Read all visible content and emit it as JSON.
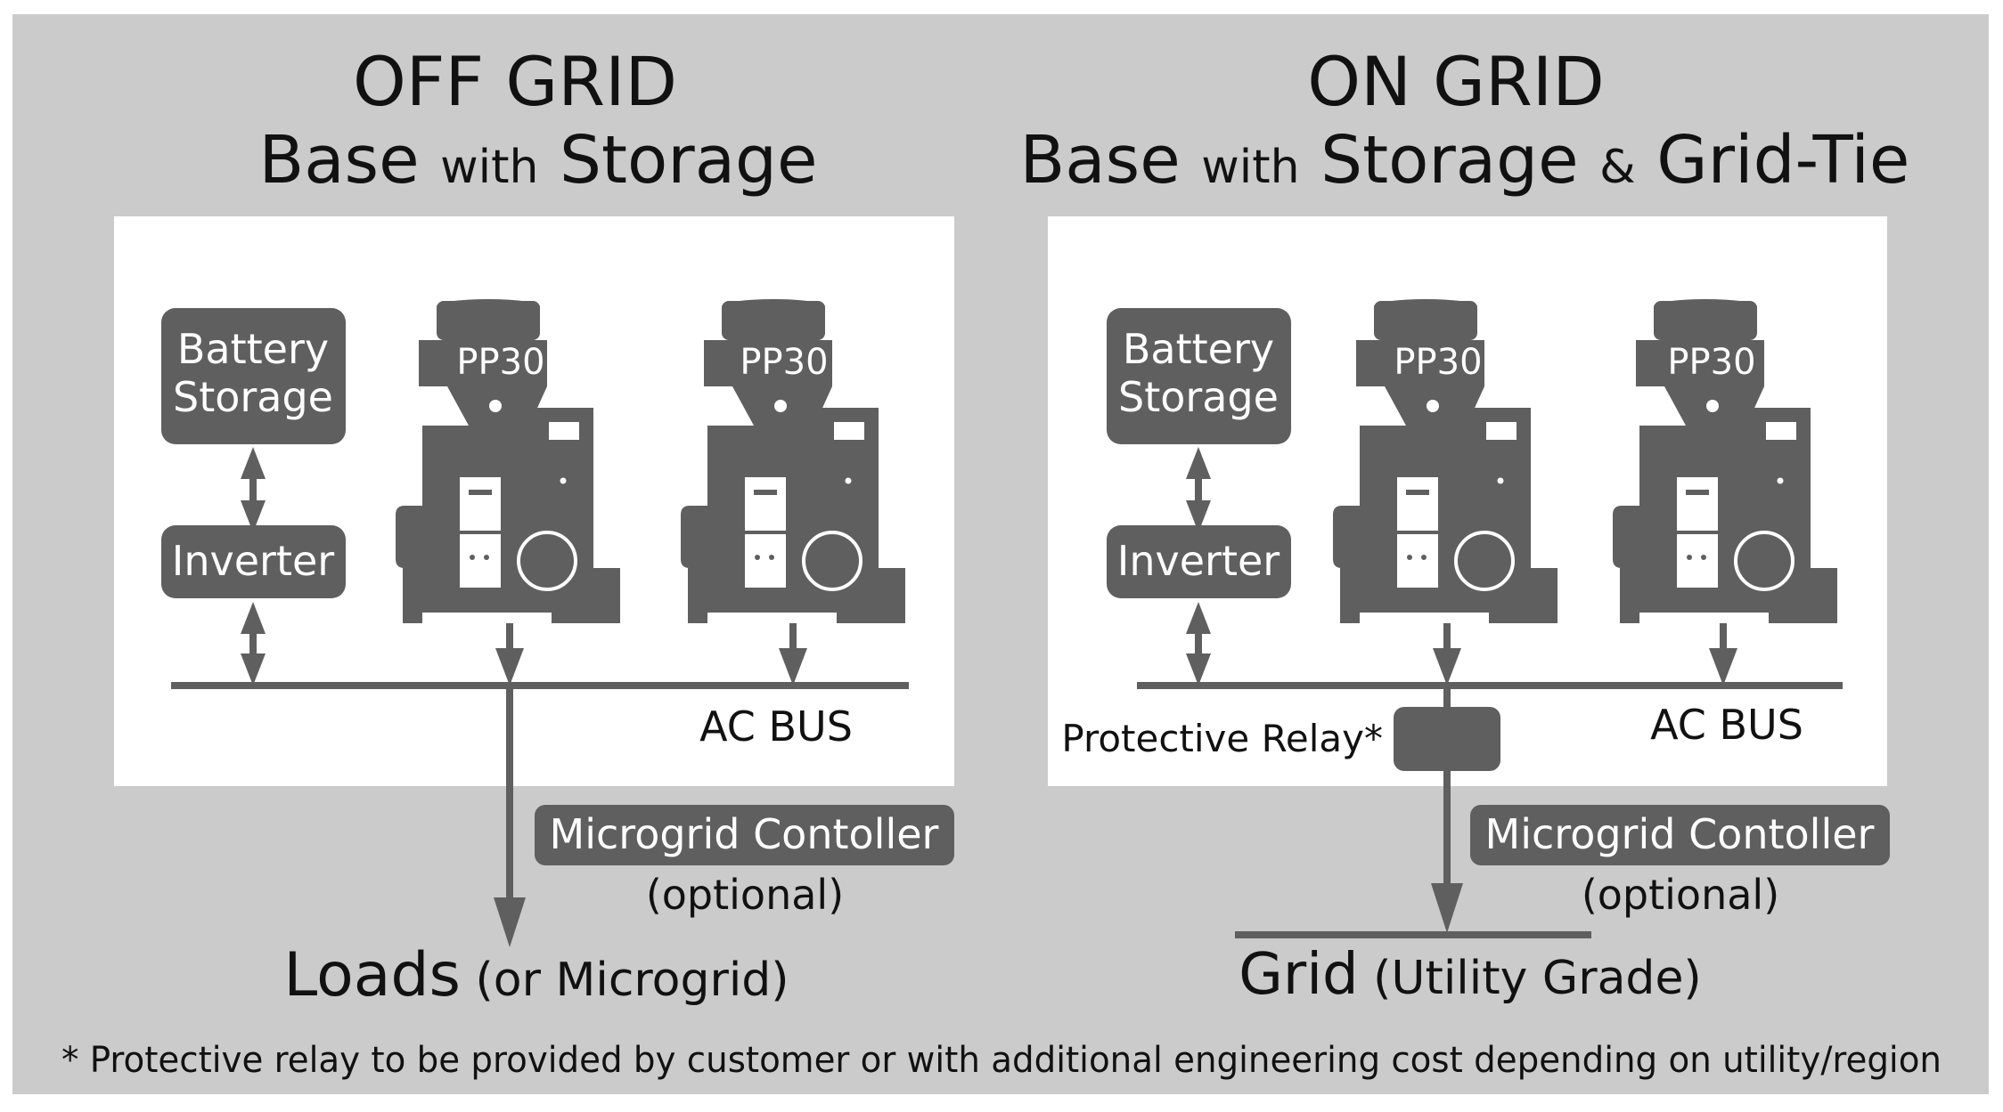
{
  "colors": {
    "background": "#cbcbcb",
    "panel": "#ffffff",
    "shape": "#5f5f5f",
    "text_dark": "#111111",
    "text_light": "#ffffff"
  },
  "off_grid": {
    "title": "OFF GRID",
    "subtitle": {
      "a": "Base ",
      "b": "with",
      "c": " Storage"
    },
    "battery_line1": "Battery",
    "battery_line2": "Storage",
    "inverter": "Inverter",
    "generator1": "PP30",
    "generator2": "PP30",
    "bus": "AC BUS",
    "controller": "Microgrid Contoller",
    "optional": "(optional)",
    "output_main": "Loads",
    "output_note": " (or Microgrid)"
  },
  "on_grid": {
    "title": "ON GRID",
    "subtitle": {
      "a": "Base ",
      "b": "with",
      "c": " Storage ",
      "d": "&",
      "e": " Grid-Tie"
    },
    "battery_line1": "Battery",
    "battery_line2": "Storage",
    "inverter": "Inverter",
    "generator1": "PP30",
    "generator2": "PP30",
    "bus": "AC BUS",
    "relay": "Protective Relay*",
    "controller": "Microgrid Contoller",
    "optional": "(optional)",
    "output_main": "Grid",
    "output_note": " (Utility Grade)"
  },
  "footnote": "* Protective relay to be provided by customer or with additional engineering cost depending on utility/region"
}
